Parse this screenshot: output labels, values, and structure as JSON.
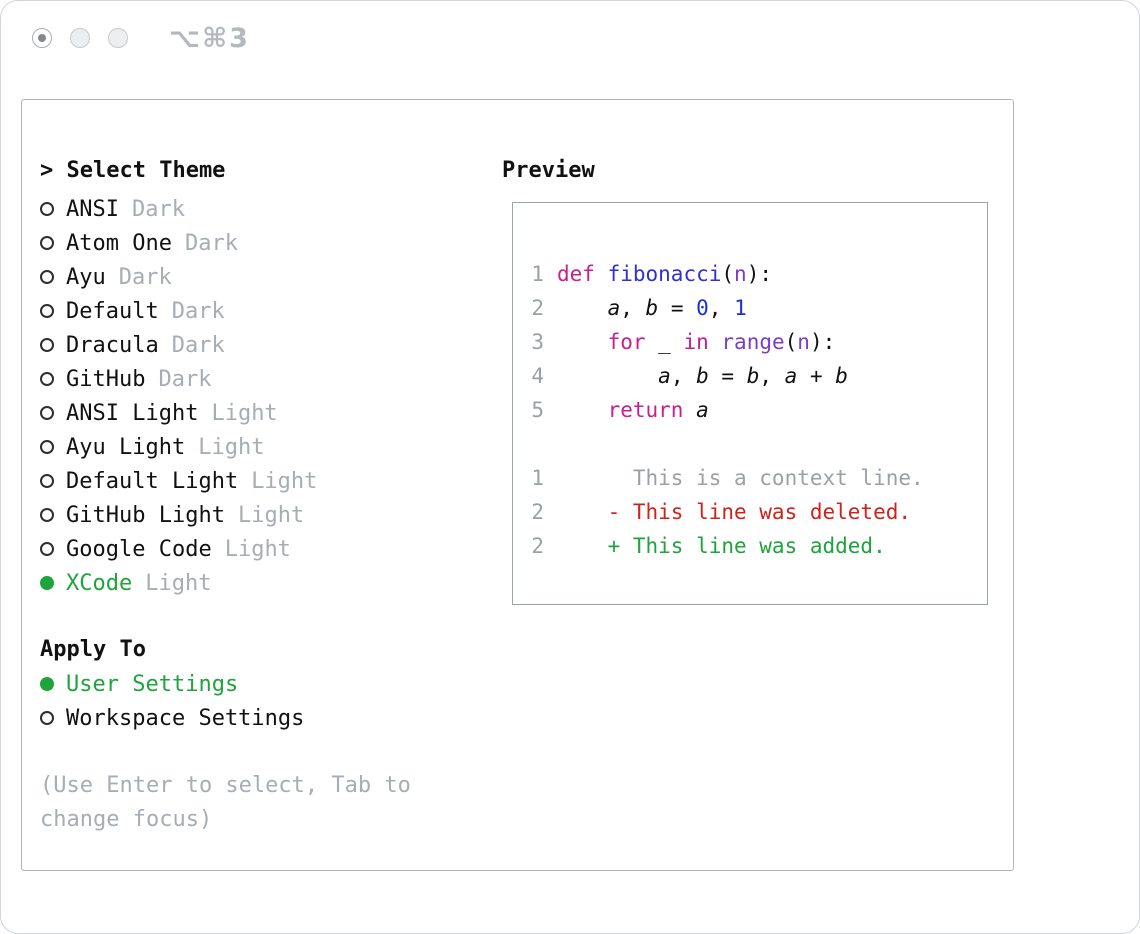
{
  "window": {
    "shortcut": "⌥⌘3"
  },
  "selector": {
    "title": "> Select Theme",
    "items": [
      {
        "name": "ANSI",
        "tag": "Dark",
        "selected": false
      },
      {
        "name": "Atom One",
        "tag": "Dark",
        "selected": false
      },
      {
        "name": "Ayu",
        "tag": "Dark",
        "selected": false
      },
      {
        "name": "Default",
        "tag": "Dark",
        "selected": false
      },
      {
        "name": "Dracula",
        "tag": "Dark",
        "selected": false
      },
      {
        "name": "GitHub",
        "tag": "Dark",
        "selected": false
      },
      {
        "name": "ANSI Light",
        "tag": "Light",
        "selected": false
      },
      {
        "name": "Ayu Light",
        "tag": "Light",
        "selected": false
      },
      {
        "name": "Default Light",
        "tag": "Light",
        "selected": false
      },
      {
        "name": "GitHub Light",
        "tag": "Light",
        "selected": false
      },
      {
        "name": "Google Code",
        "tag": "Light",
        "selected": false
      },
      {
        "name": "XCode",
        "tag": "Light",
        "selected": true
      }
    ],
    "apply_to": {
      "title": "Apply To",
      "options": [
        {
          "label": "User Settings",
          "selected": true
        },
        {
          "label": "Workspace Settings",
          "selected": false
        }
      ]
    },
    "hint_line1": "(Use Enter to select, Tab to",
    "hint_line2": "change focus)"
  },
  "preview": {
    "title": "Preview",
    "lines": [
      {
        "num": "1",
        "tokens": [
          {
            "t": "def",
            "c": "kw"
          },
          {
            "t": " ",
            "c": "plain"
          },
          {
            "t": "fibonacci",
            "c": "fn"
          },
          {
            "t": "(",
            "c": "plain"
          },
          {
            "t": "n",
            "c": "param"
          },
          {
            "t": "):",
            "c": "plain"
          }
        ]
      },
      {
        "num": "2",
        "tokens": [
          {
            "t": "    ",
            "c": "plain"
          },
          {
            "t": "a",
            "c": "var"
          },
          {
            "t": ", ",
            "c": "plain"
          },
          {
            "t": "b",
            "c": "var"
          },
          {
            "t": " = ",
            "c": "plain"
          },
          {
            "t": "0",
            "c": "num"
          },
          {
            "t": ", ",
            "c": "plain"
          },
          {
            "t": "1",
            "c": "num"
          }
        ]
      },
      {
        "num": "3",
        "tokens": [
          {
            "t": "    ",
            "c": "plain"
          },
          {
            "t": "for",
            "c": "kw"
          },
          {
            "t": " _ ",
            "c": "plain"
          },
          {
            "t": "in",
            "c": "kw"
          },
          {
            "t": " ",
            "c": "plain"
          },
          {
            "t": "range",
            "c": "call"
          },
          {
            "t": "(",
            "c": "plain"
          },
          {
            "t": "n",
            "c": "param"
          },
          {
            "t": "):",
            "c": "plain"
          }
        ]
      },
      {
        "num": "4",
        "tokens": [
          {
            "t": "        ",
            "c": "plain"
          },
          {
            "t": "a",
            "c": "var"
          },
          {
            "t": ", ",
            "c": "plain"
          },
          {
            "t": "b",
            "c": "var"
          },
          {
            "t": " = ",
            "c": "plain"
          },
          {
            "t": "b",
            "c": "var"
          },
          {
            "t": ", ",
            "c": "plain"
          },
          {
            "t": "a",
            "c": "var"
          },
          {
            "t": " + ",
            "c": "plain"
          },
          {
            "t": "b",
            "c": "var"
          }
        ]
      },
      {
        "num": "5",
        "tokens": [
          {
            "t": "    ",
            "c": "plain"
          },
          {
            "t": "return",
            "c": "kw"
          },
          {
            "t": " ",
            "c": "plain"
          },
          {
            "t": "a",
            "c": "var"
          }
        ]
      },
      {
        "blank": true
      },
      {
        "num": "1",
        "tokens": [
          {
            "t": "      This is a context line.",
            "c": "ctx"
          }
        ]
      },
      {
        "num": "2",
        "tokens": [
          {
            "t": "    - This line was deleted.",
            "c": "del"
          }
        ]
      },
      {
        "num": "2",
        "tokens": [
          {
            "t": "    + This line was added.",
            "c": "add"
          }
        ]
      }
    ]
  },
  "colors": {
    "accent-green": "#1fa43d",
    "keyword": "#c71f8d",
    "function": "#3130d2",
    "number": "#1c2ed6",
    "call": "#7d3bc8",
    "param": "#7d3bc8",
    "muted": "#a6adb4",
    "line-number": "#99a1a8",
    "context": "#9aa0a6",
    "deleted": "#cc231b",
    "added": "#1fa33c",
    "text": "#111111"
  }
}
